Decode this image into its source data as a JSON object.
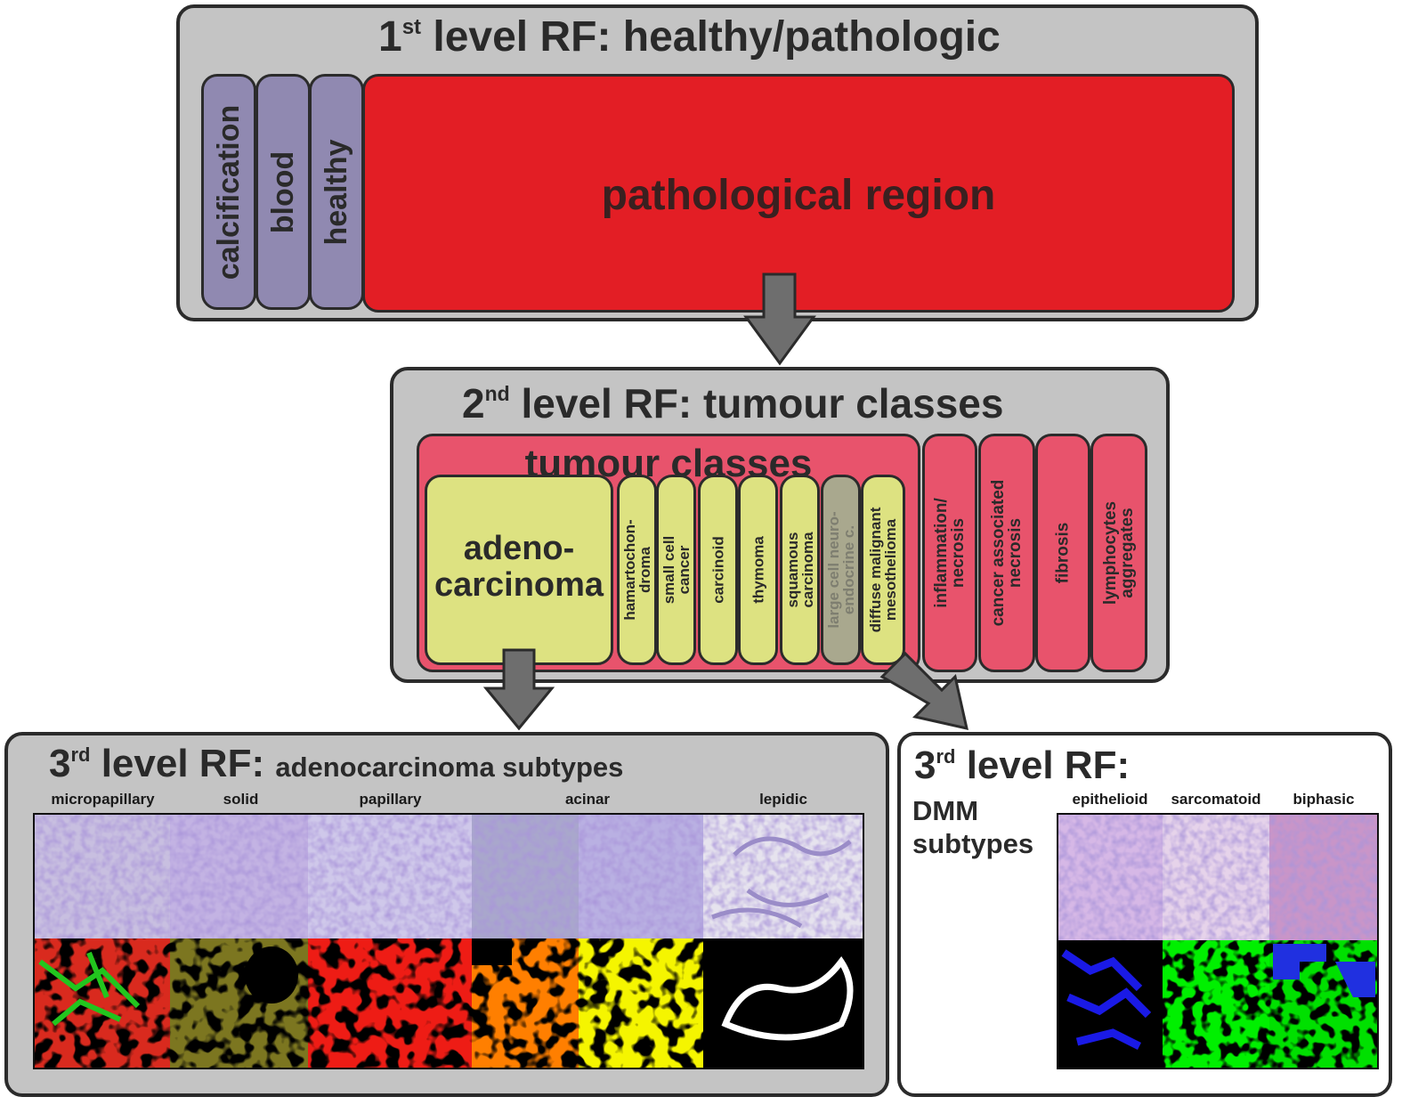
{
  "level1": {
    "title_num": "1",
    "title_sup": "st",
    "title_rest": " level RF: healthy/pathologic",
    "classes": [
      "calcification",
      "blood",
      "healthy"
    ],
    "pathological": "pathological region"
  },
  "level2": {
    "title_num": "2",
    "title_sup": "nd",
    "title_rest": " level RF: tumour classes",
    "tumour_header": "tumour classes",
    "adeno_line1": "adeno-",
    "adeno_line2": "carcinoma",
    "tumour_subclasses": [
      {
        "l1": "hamartochon-",
        "l2": "droma"
      },
      {
        "l1": "small cell",
        "l2": "cancer"
      },
      {
        "l1": "carcinoid",
        "l2": ""
      },
      {
        "l1": "thymoma",
        "l2": ""
      },
      {
        "l1": "squamous",
        "l2": "carcinoma"
      },
      {
        "l1": "large cell neuro-",
        "l2": "endocrine c."
      },
      {
        "l1": "diffuse malignant",
        "l2": "mesothelioma"
      }
    ],
    "other_classes": [
      {
        "l1": "inflammation/",
        "l2": "necrosis"
      },
      {
        "l1": "cancer associated",
        "l2": "necrosis"
      },
      {
        "l1": "fibrosis",
        "l2": ""
      },
      {
        "l1": "lymphocytes",
        "l2": "aggregates"
      }
    ]
  },
  "level3_adeno": {
    "title_num": "3",
    "title_sup": "rd",
    "title_big": " level RF: ",
    "title_small": "adenocarcinoma subtypes",
    "subtypes": [
      "micropapillary",
      "solid",
      "papillary",
      "acinar",
      "lepidic"
    ]
  },
  "level3_dmm": {
    "title_num": "3",
    "title_sup": "rd",
    "title_rest": " level RF:",
    "sub_line1": "DMM",
    "sub_line2": "subtypes",
    "subtypes": [
      "epithelioid",
      "sarcomatoid",
      "biphasic"
    ]
  },
  "colors": {
    "panel_grey": "#c4c4c4",
    "healthy_purple": "#9089b1",
    "pathological_red": "#e31e25",
    "tumour_pink": "#e8536c",
    "subclass_yellow": "#dde281",
    "neuroendocrine_grey": "#a9a88e",
    "arrow_grey": "#6e6e6e"
  }
}
